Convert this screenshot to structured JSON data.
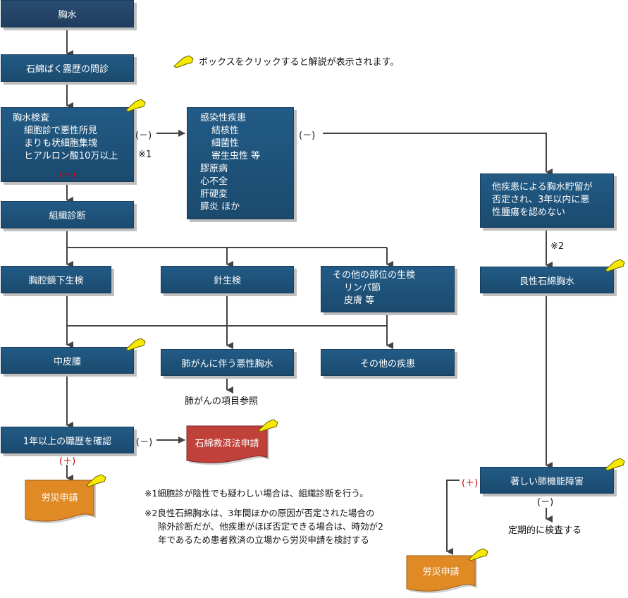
{
  "legend": {
    "text": "ボックスをクリックすると解説が表示されます。",
    "icon": "pointing-hand-icon"
  },
  "colors": {
    "box": "#225b86",
    "red_doc": "#c0403a",
    "orange_doc": "#e08a25",
    "hand": "#f6ea00",
    "plus": "#cc0000",
    "line": "#444444"
  },
  "nodes": {
    "kyousui": "胸水",
    "mondan": "石綿ばく露歴の問診",
    "kensa": [
      "胸水検査",
      "細胞診で悪性所見",
      "まりも状細胞集塊",
      "ヒアルロン酸10万以上"
    ],
    "kansen": [
      "感染性疾患",
      "結核性",
      "細菌性",
      "寄生虫性 等",
      "膠原病",
      "心不全",
      "肝硬変",
      "膵炎 ほか"
    ],
    "tashikkan": [
      "他疾患による胸水貯留が",
      "否定され、3年以内に悪",
      "性腫瘍を認めない"
    ],
    "soshiki": "組織診断",
    "kyoukukyou": "胸腔鏡下生検",
    "harisei": "針生検",
    "sonota_seiken": [
      "その他の部位の生検",
      "リンパ節",
      "皮膚 等"
    ],
    "ryousei": "良性石綿胸水",
    "chuuhishu": "中皮腫",
    "haigan": "肺がんに伴う悪性胸水",
    "sonota_shikkan": "その他の疾患",
    "shokureki": "1年以上の職歴を確認",
    "kyuusai": "石綿救済法申請",
    "rousai1": "労災申請",
    "haikinou": "著しい肺機能障害",
    "rousai2": "労災申請"
  },
  "labels": {
    "minus": "(－)",
    "plus": "(＋)",
    "note1_mark": "※1",
    "note2_mark": "※2",
    "haigan_ref": "肺がんの項目参照",
    "teiki": "定期的に検査する"
  },
  "notes": {
    "n1": "※1細胞診が陰性でも疑わしい場合は、組織診断を行う。",
    "n2": [
      "※2良性石綿胸水は、3年間ほかの原因が否定された場合の",
      "除外診断だが、他疾患がほぼ否定できる場合は、時効が2",
      "年であるため患者救済の立場から労災申請を検討する"
    ]
  }
}
